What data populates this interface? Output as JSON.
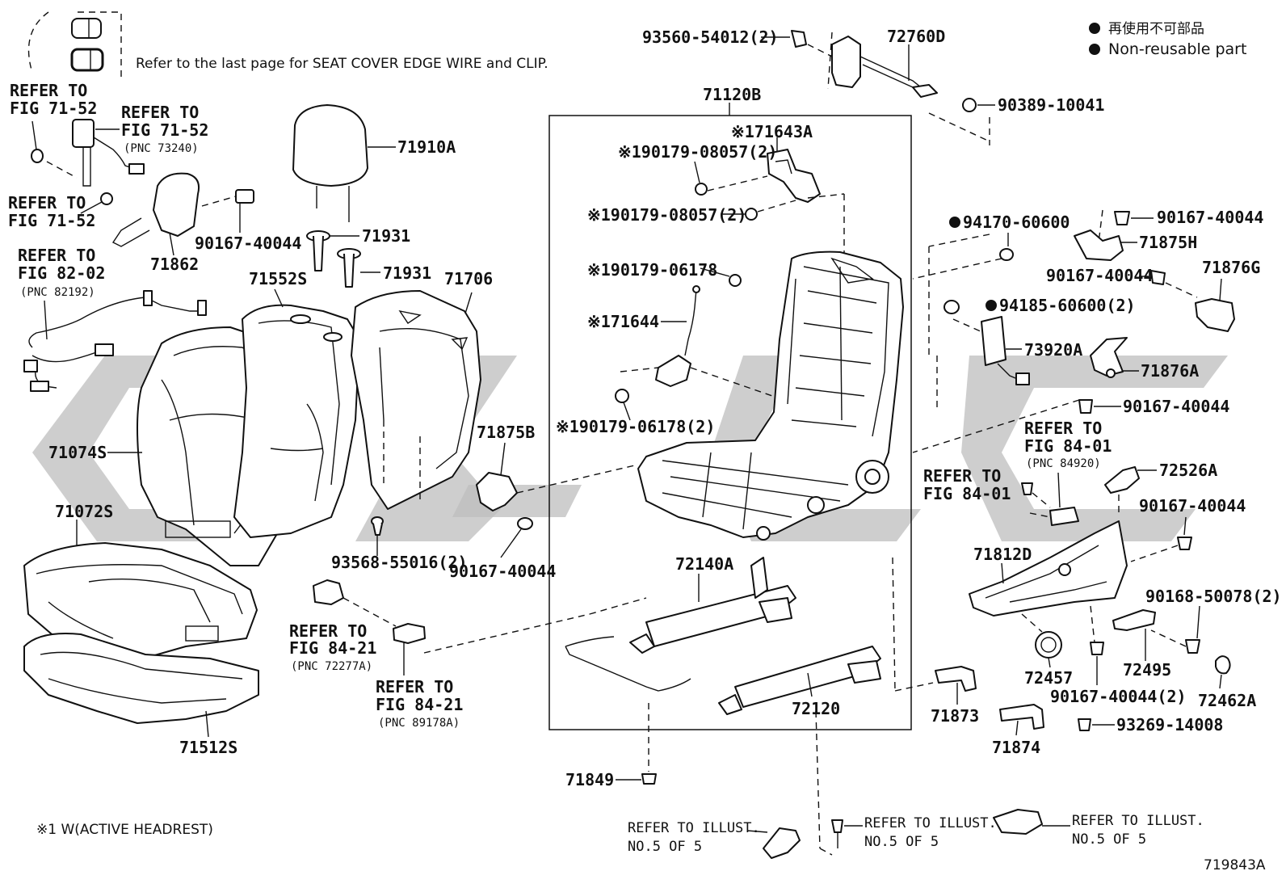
{
  "header_note": "Refer to the last page for SEAT COVER EDGE WIRE and CLIP.",
  "legend": {
    "jp_label": "再使用不可部品",
    "en_label": "Non-reusable part"
  },
  "footnote": "※1 W(ACTIVE HEADREST)",
  "figure_id": "719843A",
  "references": {
    "fig_71_52_a_line1": "REFER TO",
    "fig_71_52_a_line2": "FIG 71-52",
    "fig_71_52_b_line1": "REFER TO",
    "fig_71_52_b_line2": "FIG 71-52",
    "fig_71_52_b_line3": "(PNC 73240)",
    "fig_71_52_c_line1": "REFER TO",
    "fig_71_52_c_line2": "FIG 71-52",
    "fig_82_02_line1": "REFER TO",
    "fig_82_02_line2": "FIG 82-02",
    "fig_82_02_line3": "(PNC 82192)",
    "fig_84_21_a_line1": "REFER TO",
    "fig_84_21_a_line2": "FIG 84-21",
    "fig_84_21_a_line3": "(PNC 72277A)",
    "fig_84_21_b_line1": "REFER TO",
    "fig_84_21_b_line2": "FIG 84-21",
    "fig_84_21_b_line3": "(PNC 89178A)",
    "fig_84_01_a_line1": "REFER TO",
    "fig_84_01_a_line2": "FIG 84-01",
    "fig_84_01_a_line3": "(PNC 84920)",
    "fig_84_01_b_line1": "REFER TO",
    "fig_84_01_b_line2": "FIG 84-01",
    "illust_a_line1": "REFER TO ILLUST.",
    "illust_a_line2": "NO.5 OF 5",
    "illust_b_line1": "REFER TO ILLUST.",
    "illust_b_line2": "NO.5 OF 5",
    "illust_c_line1": "REFER TO ILLUST.",
    "illust_c_line2": "NO.5 OF 5"
  },
  "parts": {
    "p71910A": "71910A",
    "p71931a": "71931",
    "p71931b": "71931",
    "p71862": "71862",
    "p90167_40044_a": "90167-40044",
    "p71552S": "71552S",
    "p71706": "71706",
    "p71074S": "71074S",
    "p71072S": "71072S",
    "p71512S": "71512S",
    "p93568_55016": "93568-55016(2)",
    "p90167_40044_b": "90167-40044",
    "p71875B": "71875B",
    "p71120B": "71120B",
    "p71643A": "※171643A",
    "p90179_08057_a": "※190179-08057(2)",
    "p90179_08057_b": "※190179-08057(2)",
    "p90179_06178_a": "※190179-06178",
    "p71644": "※171644",
    "p90179_06178_b": "※190179-06178(2)",
    "p93560_54012": "93560-54012(2)",
    "p72760D": "72760D",
    "p90389_10041": "90389-10041",
    "p94170_60600": "94170-60600",
    "p90167_40044_c": "90167-40044",
    "p71875H": "71875H",
    "p90167_40044_d": "90167-40044",
    "p71876G": "71876G",
    "p94185_60600": "94185-60600(2)",
    "p73920A": "73920A",
    "p71876A": "71876A",
    "p90167_40044_e": "90167-40044",
    "p72526A": "72526A",
    "p90167_40044_f": "90167-40044",
    "p71812D": "71812D",
    "p90168_50078": "90168-50078(2)",
    "p72140A": "72140A",
    "p72120": "72120",
    "p72457": "72457",
    "p72495": "72495",
    "p90167_40044_g": "90167-40044(2)",
    "p72462A": "72462A",
    "p71873": "71873",
    "p71874": "71874",
    "p93269_14008": "93269-14008",
    "p71849": "71849"
  },
  "colors": {
    "ink": "#111111",
    "watermark": "#bdbdbd",
    "background": "#ffffff"
  }
}
